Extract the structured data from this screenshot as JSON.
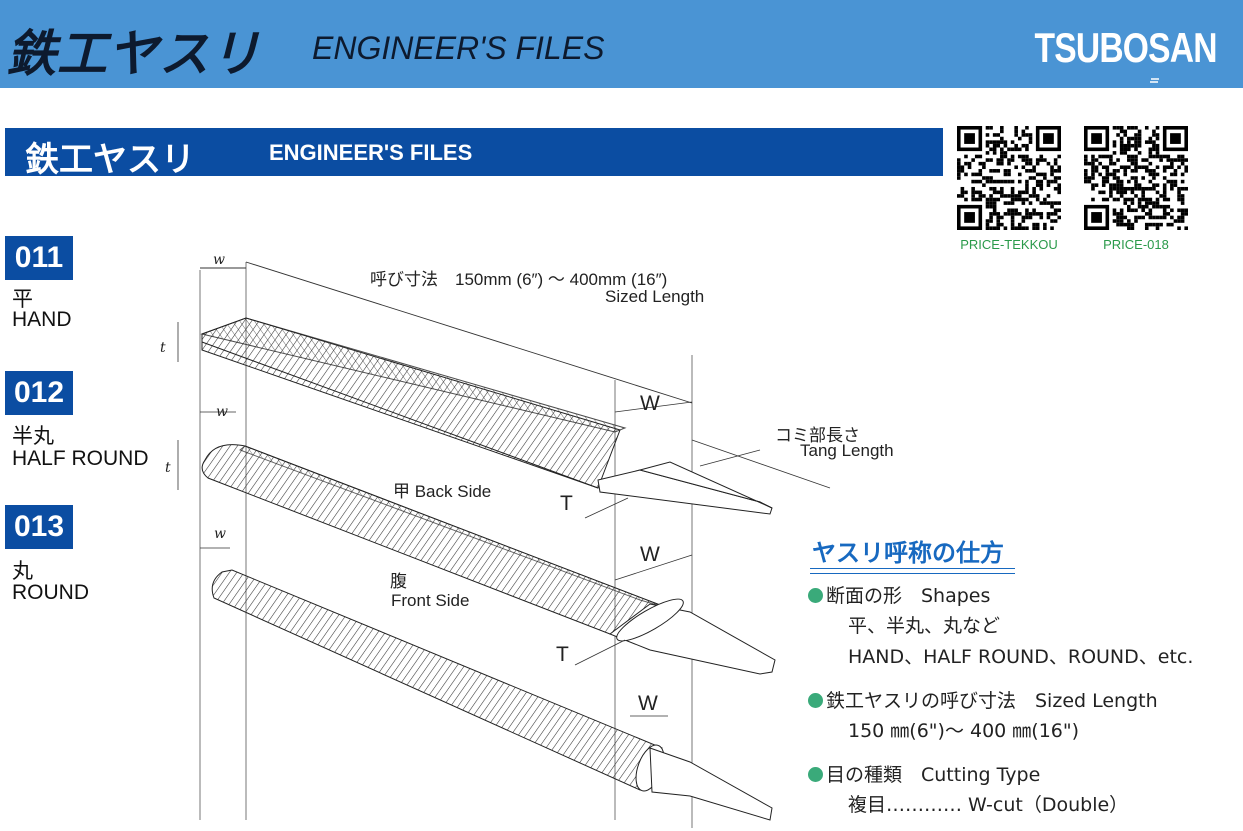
{
  "header": {
    "title_jp": "鉄工ヤスリ",
    "title_en": "ENGINEER'S FILES",
    "brand": "TSUBOSAN"
  },
  "section": {
    "title_jp": "鉄工ヤスリ",
    "title_en": "ENGINEER'S FILES"
  },
  "qr_codes": [
    {
      "label": "PRICE-TEKKOU"
    },
    {
      "label": "PRICE-018"
    }
  ],
  "products": [
    {
      "code": "011",
      "name_jp": "平",
      "name_en": "HAND"
    },
    {
      "code": "012",
      "name_jp": "半丸",
      "name_en": "HALF ROUND"
    },
    {
      "code": "013",
      "name_jp": "丸",
      "name_en": "ROUND"
    }
  ],
  "diagram": {
    "sized_length_jp": "呼び寸法　150mm (6″) ～ 400mm (16″)",
    "sized_length_en": "Sized Length",
    "tang_length_jp": "コミ部長さ",
    "tang_length_en": "Tang Length",
    "back_side": "甲  Back Side",
    "front_side_jp": "腹",
    "front_side_en": "Front Side",
    "w_small": "w",
    "t_small": "t",
    "w_big": "W",
    "t_big": "T"
  },
  "naming": {
    "title": "ヤスリ呼称の仕方",
    "items": [
      {
        "heading": "断面の形　Shapes",
        "lines": [
          "平、半丸、丸など",
          "HAND、HALF ROUND、ROUND、etc."
        ]
      },
      {
        "heading": "鉄工ヤスリの呼び寸法　Sized Length",
        "lines": [
          "150 ㎜(6\")～ 400 ㎜(16\")"
        ]
      },
      {
        "heading": "目の種類　Cutting Type",
        "lines": [
          "複目………… W-cut（Double）"
        ]
      }
    ]
  },
  "colors": {
    "header_bg": "#4a94d4",
    "section_bg": "#0b4da2",
    "accent_green": "#3aaa7a",
    "title_blue": "#1769c0"
  }
}
